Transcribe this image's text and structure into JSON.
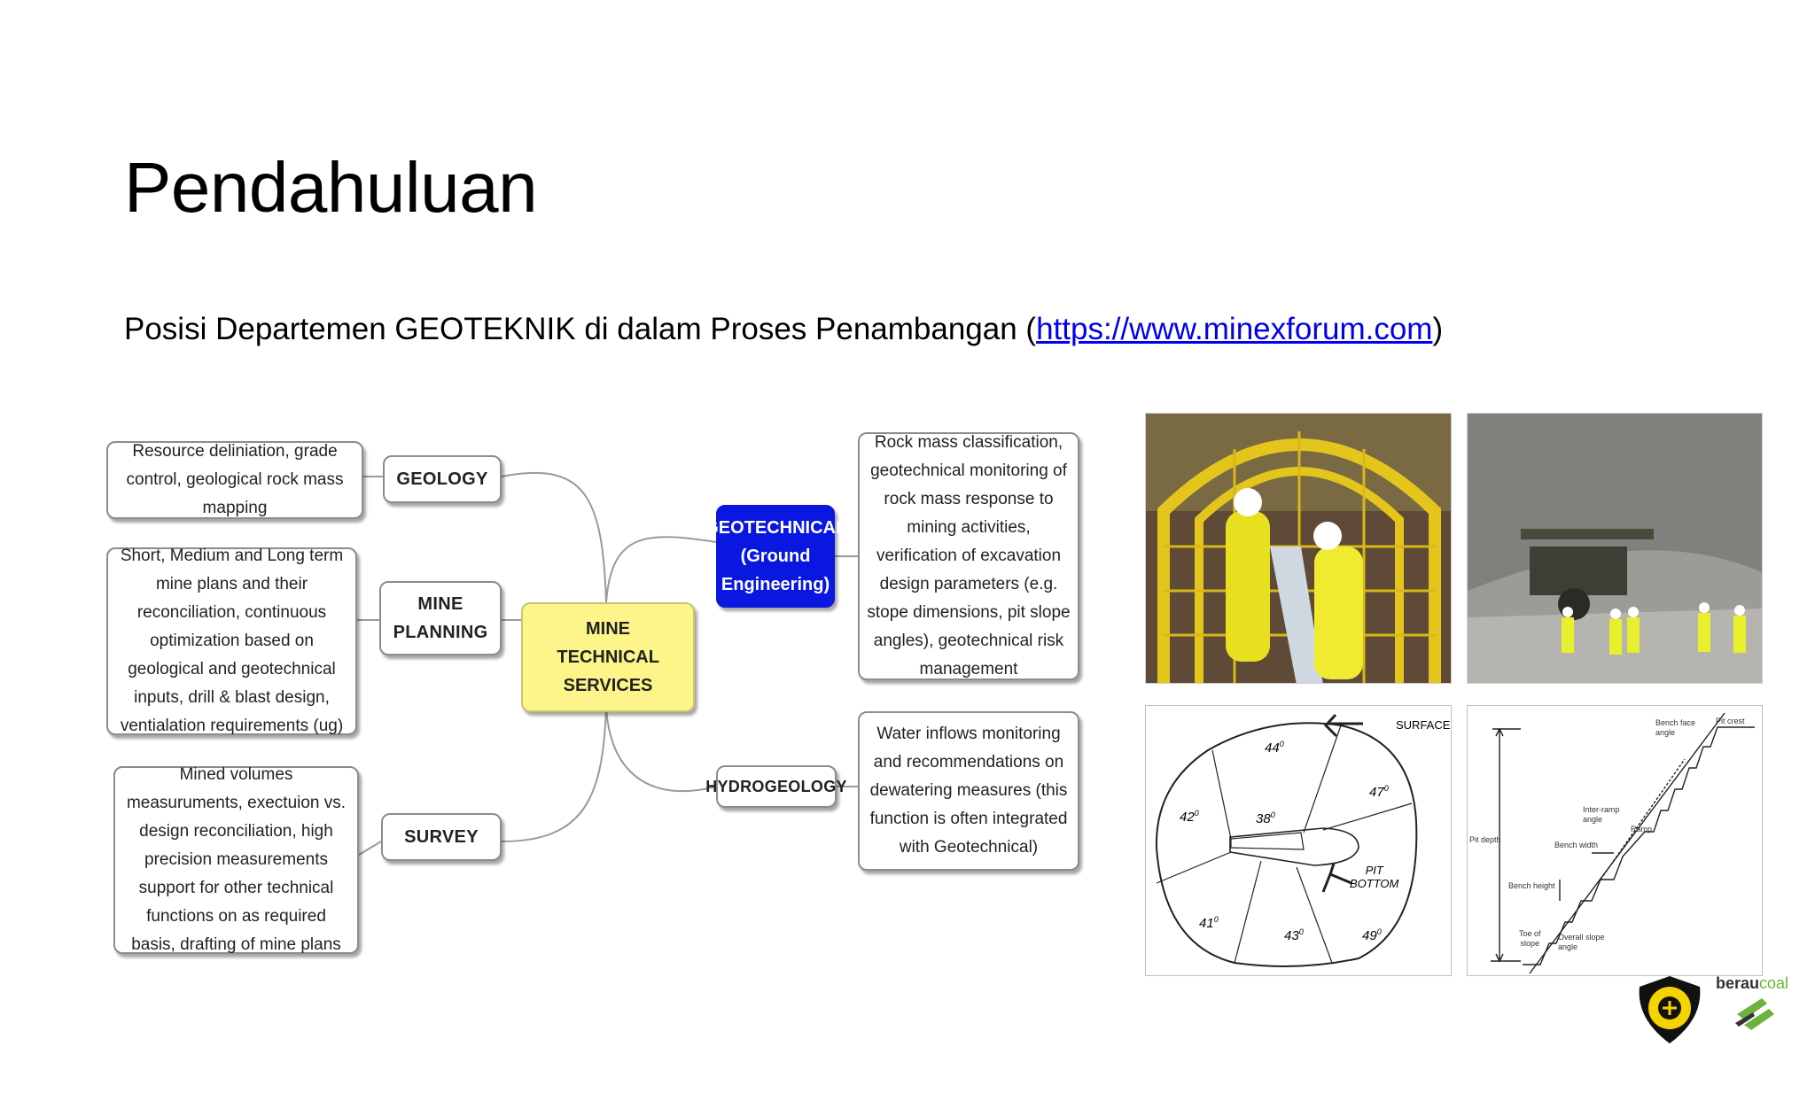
{
  "slide": {
    "title": "Pendahuluan",
    "subtitle_prefix": "Posisi Departemen GEOTEKNIK  di dalam Proses Penambangan (",
    "subtitle_link": "https://www.minexforum.com",
    "subtitle_suffix": ")"
  },
  "mindmap": {
    "center": "MINE TECHNICAL SERVICES",
    "geology": {
      "label": "GEOLOGY",
      "desc": "Resource deliniation, grade control, geological rock mass mapping"
    },
    "mine_planning": {
      "label": "MINE PLANNING",
      "desc": "Short, Medium and Long term mine plans and their reconciliation, continuous optimization based on geological and geotechnical inputs, drill & blast design, ventialation requirements (ug)"
    },
    "survey": {
      "label": "SURVEY",
      "desc": "Mined volumes measuruments, exectuion vs. design reconciliation, high precision measurements support for other technical functions on as required basis, drafting of mine plans"
    },
    "geotechnical": {
      "label": "GEOTECHNICAL (Ground Engineering)",
      "desc": "Rock mass classification, geotechnical monitoring of rock mass response to mining activities, verification of excavation design parameters (e.g. stope dimensions, pit slope angles), geotechnical risk management"
    },
    "hydrogeology": {
      "label": "HYDROGEOLOGY",
      "desc": "Water inflows monitoring and recommendations on dewatering measures (this function is often integrated with Geotechnical)"
    }
  },
  "pit_diagram": {
    "surface": "SURFACE",
    "pit_bottom_1": "PIT",
    "pit_bottom_2": "BOTTOM",
    "angles": [
      "44",
      "47",
      "42",
      "38",
      "41",
      "43",
      "49"
    ],
    "degree": "0"
  },
  "slope_diagram": {
    "pit_crest": "Pit crest",
    "bench_face_1": "Bench face",
    "bench_face_2": "angle",
    "inter_ramp_1": "Inter-ramp",
    "inter_ramp_2": "angle",
    "ramp": "Ramp",
    "bench_width": "Bench width",
    "pit_depth": "Pit depth",
    "bench_height": "Bench height",
    "toe_1": "Toe of",
    "toe_2": "slope",
    "overall_1": "Overall slope",
    "overall_2": "angle"
  },
  "logos": {
    "brand_part1": "berau",
    "brand_part2": "coal"
  },
  "colors": {
    "link": "#0000ee",
    "center_node": "#fdf58a",
    "geotechnical_node": "#0a17e0",
    "brand_dark": "#333333",
    "brand_green": "#6bb33c",
    "ministry_yellow": "#f5d200"
  }
}
